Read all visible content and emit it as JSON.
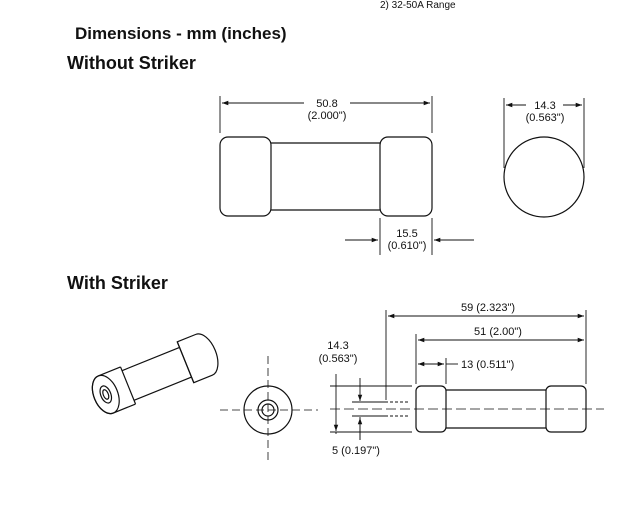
{
  "header": {
    "note": "2) 32-50A Range",
    "title": "Dimensions - mm (inches)"
  },
  "without_striker": {
    "heading": "Without Striker",
    "length_mm": "50.8",
    "length_in": "(2.000\")",
    "diameter_mm": "14.3",
    "diameter_in": "(0.563\")",
    "cap_mm": "15.5",
    "cap_in": "(0.610\")"
  },
  "with_striker": {
    "heading": "With Striker",
    "overall": "59 (2.323\")",
    "body_length": "51 (2.00\")",
    "cap_length": "13 (0.511\")",
    "diameter_mm": "14.3",
    "diameter_in": "(0.563\")",
    "striker": "5 (0.197\")"
  }
}
